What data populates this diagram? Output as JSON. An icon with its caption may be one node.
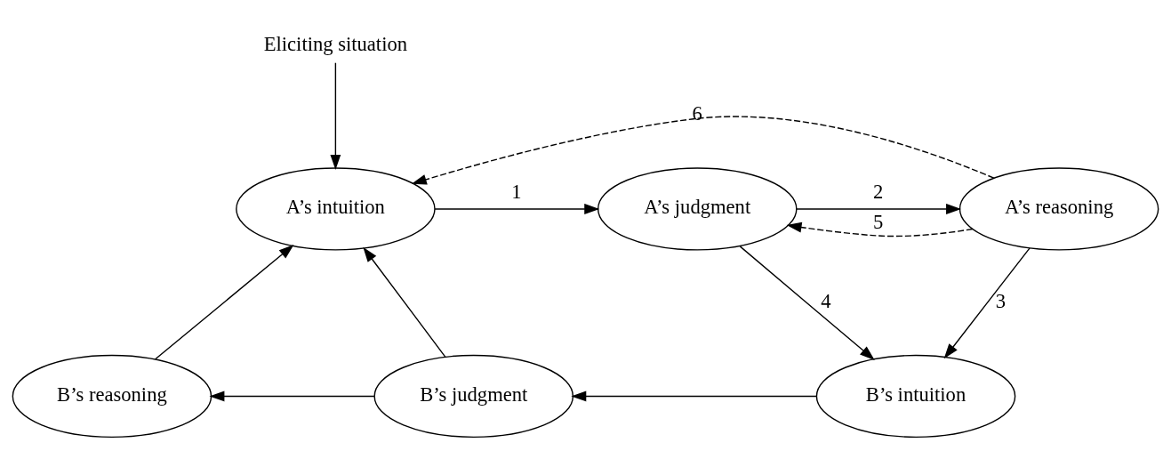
{
  "diagram": {
    "nodes": [
      {
        "text": [
          "Eliciting situation"
        ]
      },
      {
        "text": [
          "A’s intuition"
        ]
      },
      {
        "text": [
          "A’s judgment"
        ]
      },
      {
        "text": [
          "A’s reasoning"
        ]
      },
      {
        "text": [
          "B’s reasoning"
        ]
      },
      {
        "text": [
          "B’s judgment"
        ]
      },
      {
        "text": [
          "B’s intuition"
        ]
      }
    ],
    "edges": [
      {
        "from": 0,
        "to": 1,
        "arrow": "to"
      },
      {
        "from": 1,
        "to": 2,
        "arrow": "to",
        "label": "1"
      },
      {
        "from": 2,
        "to": 3,
        "arrow": "to",
        "label": "2"
      },
      {
        "from": 3,
        "to": 6,
        "arrow": "to",
        "label": "3"
      },
      {
        "from": 2,
        "to": 6,
        "arrow": "to",
        "label": "4"
      },
      {
        "from": 3,
        "to": 2,
        "arrow": "to",
        "label": "5",
        "style": "dashed"
      },
      {
        "from": 3,
        "to": 1,
        "arrow": "to",
        "label": "6",
        "style": "dashed"
      },
      {
        "from": 6,
        "to": 5,
        "arrow": "to"
      },
      {
        "from": 5,
        "to": 4,
        "arrow": "to"
      },
      {
        "from": 4,
        "to": 1,
        "arrow": "to"
      },
      {
        "from": 5,
        "to": 1,
        "arrow": "to"
      }
    ]
  }
}
